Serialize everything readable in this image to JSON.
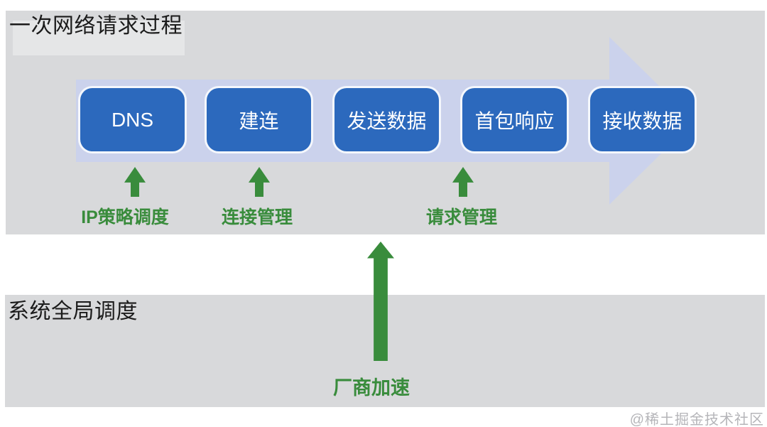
{
  "page": {
    "watermark": "@稀土掘金技术社区"
  },
  "colors": {
    "band_bg": "#d8d9db",
    "box_blue": "#2c69bd",
    "box_text": "#ffffff",
    "arrow_lavender": "#cbd2ec",
    "green": "#398c3c",
    "title_text": "#1b1b1b",
    "watermark_text": "#b5b5b9"
  },
  "section_request": {
    "title": "一次网络请求过程",
    "steps": [
      {
        "label": "DNS"
      },
      {
        "label": "建连"
      },
      {
        "label": "发送数据"
      },
      {
        "label": "首包响应"
      },
      {
        "label": "接收数据"
      }
    ],
    "annotations": [
      {
        "label": "IP策略调度"
      },
      {
        "label": "连接管理"
      },
      {
        "label": "请求管理"
      }
    ]
  },
  "section_system": {
    "title": "系统全局调度",
    "annotation": {
      "label": "厂商加速"
    }
  }
}
